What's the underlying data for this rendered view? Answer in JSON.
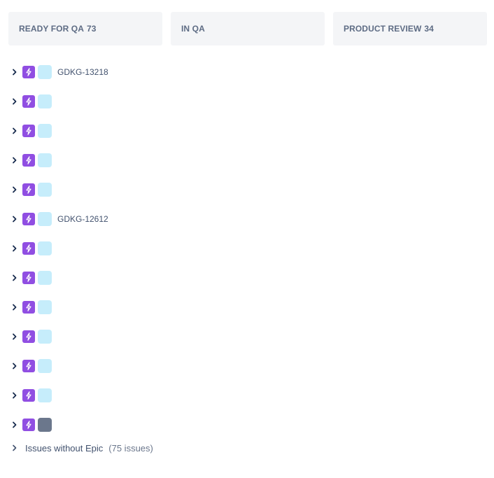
{
  "columns": [
    {
      "title": "READY FOR QA",
      "count": "73"
    },
    {
      "title": "IN QA",
      "count": ""
    },
    {
      "title": "PRODUCT REVIEW",
      "count": "34"
    }
  ],
  "rows": [
    {
      "icon": "chevron-right-icon",
      "type_icon": "lightning-icon",
      "epic_color": "#c6edfb",
      "key": "GDKG-13218"
    },
    {
      "icon": "chevron-right-icon",
      "type_icon": "lightning-icon",
      "epic_color": "#c6edfb",
      "key": ""
    },
    {
      "icon": "chevron-right-icon",
      "type_icon": "lightning-icon",
      "epic_color": "#c6edfb",
      "key": ""
    },
    {
      "icon": "chevron-right-icon",
      "type_icon": "lightning-icon",
      "epic_color": "#c6edfb",
      "key": ""
    },
    {
      "icon": "chevron-right-icon",
      "type_icon": "lightning-icon",
      "epic_color": "#c6edfb",
      "key": ""
    },
    {
      "icon": "chevron-right-icon",
      "type_icon": "lightning-icon",
      "epic_color": "#c6edfb",
      "key": "GDKG-12612"
    },
    {
      "icon": "chevron-right-icon",
      "type_icon": "lightning-icon",
      "epic_color": "#c6edfb",
      "key": ""
    },
    {
      "icon": "chevron-right-icon",
      "type_icon": "lightning-icon",
      "epic_color": "#c6edfb",
      "key": ""
    },
    {
      "icon": "chevron-right-icon",
      "type_icon": "lightning-icon",
      "epic_color": "#c6edfb",
      "key": ""
    },
    {
      "icon": "chevron-right-icon",
      "type_icon": "lightning-icon",
      "epic_color": "#c6edfb",
      "key": ""
    },
    {
      "icon": "chevron-right-icon",
      "type_icon": "lightning-icon",
      "epic_color": "#c6edfb",
      "key": ""
    },
    {
      "icon": "chevron-right-icon",
      "type_icon": "lightning-icon",
      "epic_color": "#c6edfb",
      "key": ""
    },
    {
      "icon": "chevron-right-icon",
      "type_icon": "lightning-icon",
      "epic_color": "#6b778c",
      "key": ""
    }
  ],
  "no_epic": {
    "label": "Issues without Epic",
    "sub": "(75 issues)"
  },
  "colors": {
    "type_icon": "#904ee2",
    "header_bg": "#f4f5f7"
  }
}
